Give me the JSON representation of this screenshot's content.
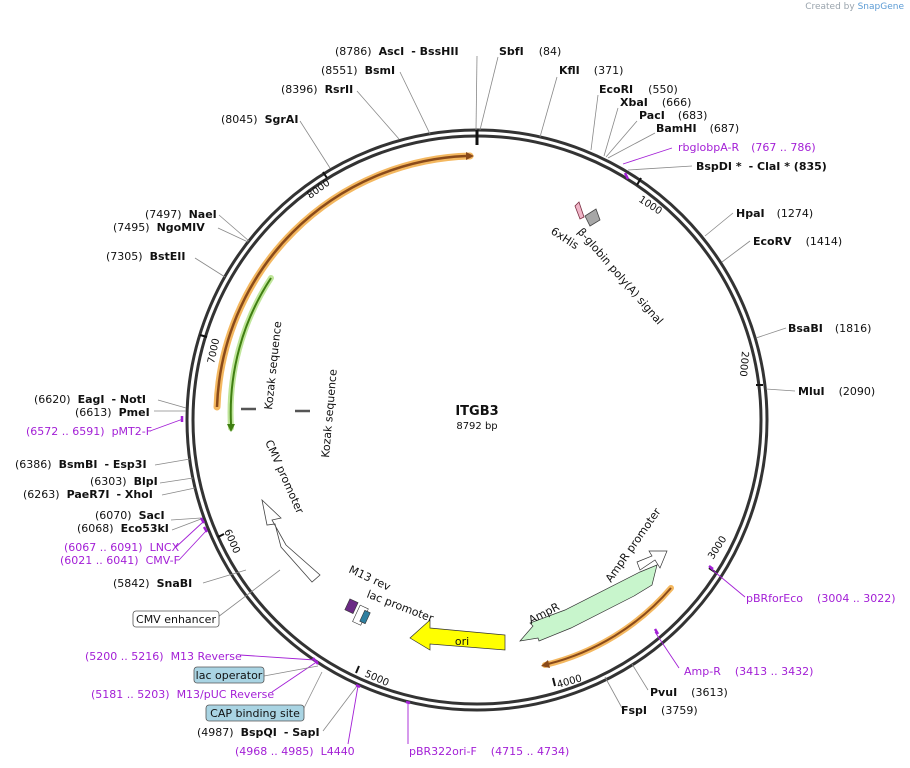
{
  "credit": {
    "text": "Created by",
    "brand": "SnapGene"
  },
  "plasmid": {
    "name": "ITGB3",
    "size_label": "8792 bp",
    "length": 8792
  },
  "ticks": [
    "1000",
    "2000",
    "3000",
    "4000",
    "5000",
    "6000",
    "7000",
    "8000"
  ],
  "sites": [
    {
      "pos": "(8786)",
      "enzyme": "AscI",
      "extra": "- BssHII"
    },
    {
      "pos": "",
      "enzyme": "SbfI",
      "extra": "(84)"
    },
    {
      "pos": "",
      "enzyme": "KflI",
      "extra": "(371)"
    },
    {
      "pos": "",
      "enzyme": "EcoRI",
      "extra": "(550)"
    },
    {
      "pos": "",
      "enzyme": "XbaI",
      "extra": "(666)"
    },
    {
      "pos": "",
      "enzyme": "PacI",
      "extra": "(683)"
    },
    {
      "pos": "",
      "enzyme": "BamHI",
      "extra": "(687)"
    },
    {
      "pos": "",
      "enzyme": "BspDI *",
      "extra": "- ClaI *  (835)"
    },
    {
      "pos": "",
      "enzyme": "HpaI",
      "extra": "(1274)"
    },
    {
      "pos": "",
      "enzyme": "EcoRV",
      "extra": "(1414)"
    },
    {
      "pos": "",
      "enzyme": "BsaBI",
      "extra": "(1816)"
    },
    {
      "pos": "",
      "enzyme": "MluI",
      "extra": "(2090)"
    },
    {
      "pos": "",
      "enzyme": "PvuI",
      "extra": "(3613)"
    },
    {
      "pos": "",
      "enzyme": "FspI",
      "extra": "(3759)"
    },
    {
      "pos": "(4987)",
      "enzyme": "BspQI",
      "extra": "- SapI"
    },
    {
      "pos": "(5842)",
      "enzyme": "SnaBI",
      "extra": ""
    },
    {
      "pos": "(6068)",
      "enzyme": "Eco53kI",
      "extra": ""
    },
    {
      "pos": "(6070)",
      "enzyme": "SacI",
      "extra": ""
    },
    {
      "pos": "(6263)",
      "enzyme": "PaeR7I",
      "extra": "- XhoI"
    },
    {
      "pos": "(6303)",
      "enzyme": "BlpI",
      "extra": ""
    },
    {
      "pos": "(6386)",
      "enzyme": "BsmBI",
      "extra": "- Esp3I"
    },
    {
      "pos": "(6613)",
      "enzyme": "PmeI",
      "extra": ""
    },
    {
      "pos": "(6620)",
      "enzyme": "EagI",
      "extra": "- NotI"
    },
    {
      "pos": "(7305)",
      "enzyme": "BstEII",
      "extra": ""
    },
    {
      "pos": "(7495)",
      "enzyme": "NgoMIV",
      "extra": ""
    },
    {
      "pos": "(7497)",
      "enzyme": "NaeI",
      "extra": ""
    },
    {
      "pos": "(8045)",
      "enzyme": "SgrAI",
      "extra": ""
    },
    {
      "pos": "(8396)",
      "enzyme": "RsrII",
      "extra": ""
    },
    {
      "pos": "(8551)",
      "enzyme": "BsmI",
      "extra": ""
    }
  ],
  "primers": [
    {
      "name": "rbglobpA-R",
      "range": "(767 .. 786)"
    },
    {
      "name": "pBRforEco",
      "range": "(3004 .. 3022)"
    },
    {
      "name": "Amp-R",
      "range": "(3413 .. 3432)"
    },
    {
      "name": "pBR322ori-F",
      "range": "(4715 .. 4734)"
    },
    {
      "name": "L4440",
      "range": "(4968 .. 4985)"
    },
    {
      "name": "M13/pUC Reverse",
      "range": "(5181 .. 5203)"
    },
    {
      "name": "M13 Reverse",
      "range": "(5200 .. 5216)"
    },
    {
      "name": "CMV-F",
      "range": "(6021 .. 6041)"
    },
    {
      "name": "LNCX",
      "range": "(6067 .. 6091)"
    },
    {
      "name": "pMT2-F",
      "range": "(6572 .. 6591)"
    }
  ],
  "features": {
    "his": "6xHis",
    "globin": "β-globin poly(A) signal",
    "kozak1": "Kozak sequence",
    "kozak2": "Kozak sequence",
    "cmv_promoter": "CMV promoter",
    "ampr_promoter": "AmpR promoter",
    "ampr": "AmpR",
    "ori": "ori",
    "m13rev": "M13 rev",
    "lac_promoter": "lac promoter"
  },
  "boxed": {
    "cmv_enhancer": "CMV enhancer",
    "lac_operator": "lac operator",
    "cap_site": "CAP binding site"
  },
  "colors": {
    "primer": "#a31fd6",
    "orf_outline": "#f4b860",
    "orf_fill": "#8a4a1a",
    "green_orf": "#5aa21e",
    "ori": "#ffff00",
    "ampr": "#c8f5cc",
    "box_fill": "#a9d4e3"
  }
}
